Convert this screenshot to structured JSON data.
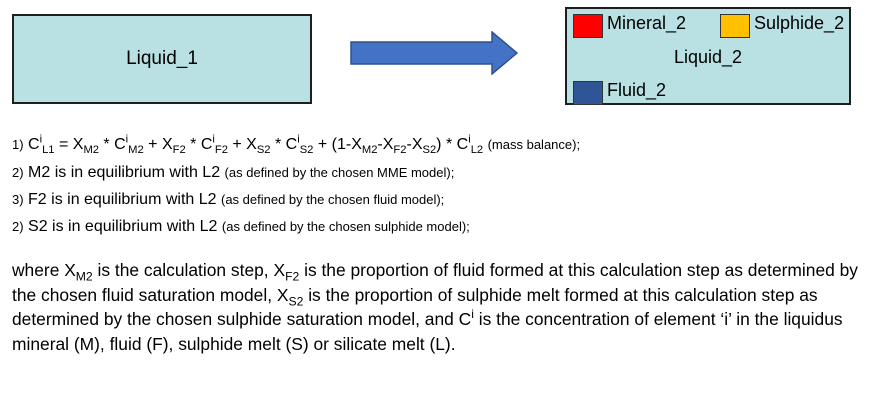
{
  "liquid1": {
    "label": "Liquid_1"
  },
  "liquid2": {
    "mineral_label": "Mineral_2",
    "sulphide_label": "Sulphide_2",
    "liquid_label": "Liquid_2",
    "fluid_label": "Fluid_2"
  },
  "colors": {
    "box_fill": "#b9e0e3",
    "mineral": "#ff0000",
    "sulphide": "#ffc000",
    "fluid": "#2f5597",
    "arrow": "#4472c4"
  },
  "icons": {
    "arrow": "right-arrow-icon"
  },
  "equations": {
    "eq1": {
      "num": "1)",
      "c": "C",
      "i": "i",
      "l1": "L1",
      "eq": " = ",
      "x": "X",
      "m2": "M2",
      "f2": "F2",
      "s2": "S2",
      "l2": "L2",
      "times": " * ",
      "plus": " + ",
      "one_minus": " + (1-X",
      "minus": "-X",
      "close": ") * ",
      "note": "(mass balance);"
    },
    "eq2": {
      "num": "2)",
      "main": "M2 is in equilibrium with L2",
      "note": "(as defined by the chosen MME model);"
    },
    "eq3": {
      "num": "3)",
      "main": "F2 is in equilibrium with L2",
      "note": "(as defined by the chosen fluid model);"
    },
    "eq4": {
      "num": "2)",
      "main": "S2 is in equilibrium with L2",
      "note": "(as defined by the chosen sulphide model);"
    }
  },
  "paragraph": {
    "where": "where X",
    "m2": "M2",
    "part1": " is the calculation step, X",
    "f2": "F2",
    "part2": " is the proportion of fluid formed at this calculation step as determined by the chosen fluid saturation model, X",
    "s2": "S2",
    "part3": " is the proportion of sulphide melt formed at this calculation step as determined by the chosen sulphide saturation model, and C",
    "i": "i",
    "part4": " is the concentration of element ‘i’ in the liquidus mineral (M), fluid (F), sulphide melt (S) or silicate melt (L)."
  }
}
